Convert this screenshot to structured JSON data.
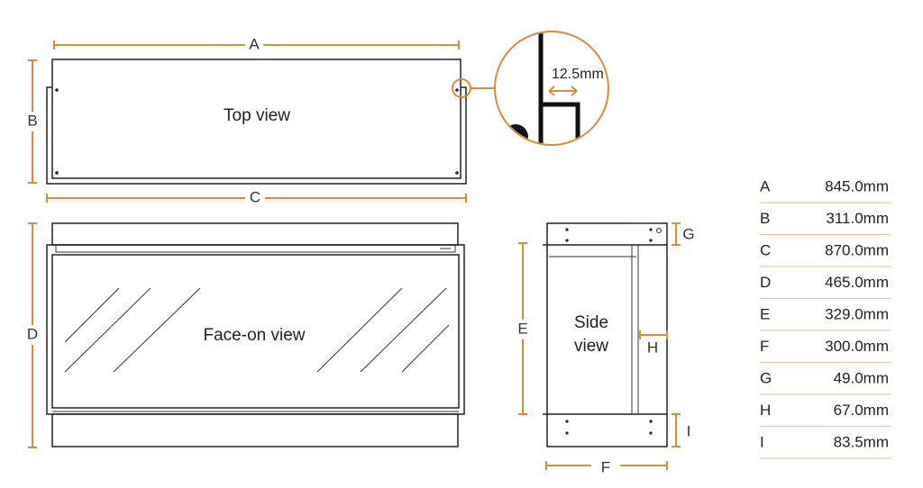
{
  "colors": {
    "accent": "#d98c3a",
    "line": "#222222"
  },
  "views": {
    "top": "Top view",
    "face": "Face-on view",
    "side_line1": "Side",
    "side_line2": "view"
  },
  "callout": {
    "label": "12.5mm"
  },
  "dimension_labels": {
    "A": "A",
    "B": "B",
    "C": "C",
    "D": "D",
    "E": "E",
    "F": "F",
    "G": "G",
    "H": "H",
    "I": "I"
  },
  "table": [
    {
      "key": "A",
      "value": "845.0mm"
    },
    {
      "key": "B",
      "value": "311.0mm"
    },
    {
      "key": "C",
      "value": "870.0mm"
    },
    {
      "key": "D",
      "value": "465.0mm"
    },
    {
      "key": "E",
      "value": "329.0mm"
    },
    {
      "key": "F",
      "value": "300.0mm"
    },
    {
      "key": "G",
      "value": "49.0mm"
    },
    {
      "key": "H",
      "value": "67.0mm"
    },
    {
      "key": "I",
      "value": "83.5mm"
    }
  ]
}
